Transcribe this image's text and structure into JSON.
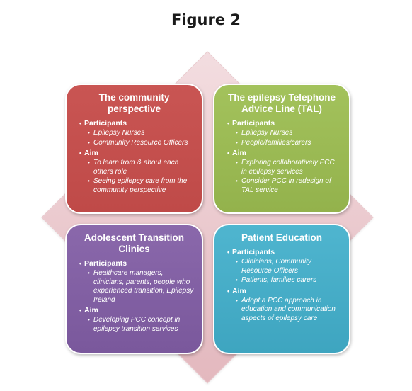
{
  "figure_title": "Figure 2",
  "boxes": {
    "top_left": {
      "title": "The community perspective",
      "participants_label": "Participants",
      "participants": [
        "Epilepsy Nurses",
        "Community Resource Officers"
      ],
      "aim_label": "Aim",
      "aims": [
        "To learn from & about each others role",
        "Seeing epilepsy care from the community perspective"
      ],
      "color": "#c34f4d"
    },
    "top_right": {
      "title": "The epilepsy Telephone Advice Line (TAL)",
      "participants_label": "Participants",
      "participants": [
        "Epilepsy Nurses",
        "People/families/carers"
      ],
      "aim_label": "Aim",
      "aims": [
        "Exploring collaboratively PCC in epilepsy services",
        "Consider  PCC in redesign  of TAL  service"
      ],
      "color": "#9bba55"
    },
    "bottom_left": {
      "title": "Adolescent Transition Clinics",
      "participants_label": "Participants",
      "participants": [
        "Healthcare managers, clinicians, parents, people who experienced transition, Epilepsy Ireland"
      ],
      "aim_label": "Aim",
      "aims": [
        "Developing PCC concept in epilepsy transition  services"
      ],
      "color": "#8261a4"
    },
    "bottom_right": {
      "title": "Patient Education",
      "participants_label": "Participants",
      "participants": [
        "Clinicians, Community Resource Officers",
        "Patients, families carers"
      ],
      "aim_label": "Aim",
      "aims": [
        "Adopt a PCC approach in education and communication aspects of epilepsy care"
      ],
      "color": "#46adc8"
    }
  },
  "background_shape_color": "#e8c4c8"
}
